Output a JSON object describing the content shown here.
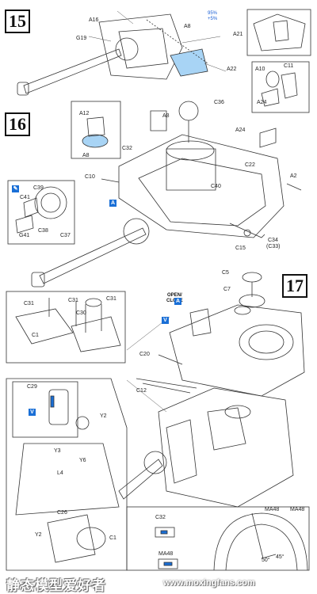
{
  "steps": {
    "s15": "15",
    "s16": "16",
    "s17": "17"
  },
  "labels": {
    "a16": "A16",
    "g19": "G19",
    "a21": "A21",
    "a22": "A22",
    "a8_top": "A8",
    "pct95": "95%",
    "pct5": "+5%",
    "a10": "A10",
    "c11": "C11",
    "a24": "A24",
    "a12": "A12",
    "a8_inset": "A8",
    "c36": "C36",
    "a8_mid": "A8",
    "c32": "C32",
    "a24_mid": "A24",
    "c22": "C22",
    "a2": "A2",
    "c10": "C10",
    "c40": "C40",
    "c39": "C39",
    "c41": "C41",
    "c38": "C38",
    "g41": "G41",
    "c37": "C37",
    "c15": "C15",
    "c34": "C34",
    "c33": "(C33)",
    "c5": "C5",
    "c7": "C7",
    "open_close": "OPEN/\nCLOSE",
    "c31a": "C31",
    "c31b": "C31",
    "c31c": "C31",
    "c30": "C30",
    "c1_inset": "C1",
    "c20": "C20",
    "c12": "C12",
    "c29": "C29",
    "y2": "Y2",
    "y3": "Y3",
    "y6": "Y6",
    "l4": "L4",
    "c26": "C26",
    "y2_low": "Y2",
    "c1_low": "C1",
    "c32_low": "C32",
    "ma48a": "MA48",
    "ma48b": "MA48",
    "ma48c": "MA48",
    "ang50": "50°",
    "ang45": "45°"
  },
  "watermark": {
    "text_cn": "静态模型爱好者",
    "url": "www.moxingfans.com"
  },
  "colors": {
    "ink": "#222222",
    "accent_blue": "#1a6fd6",
    "paint_blue": "#a8d4f5"
  }
}
